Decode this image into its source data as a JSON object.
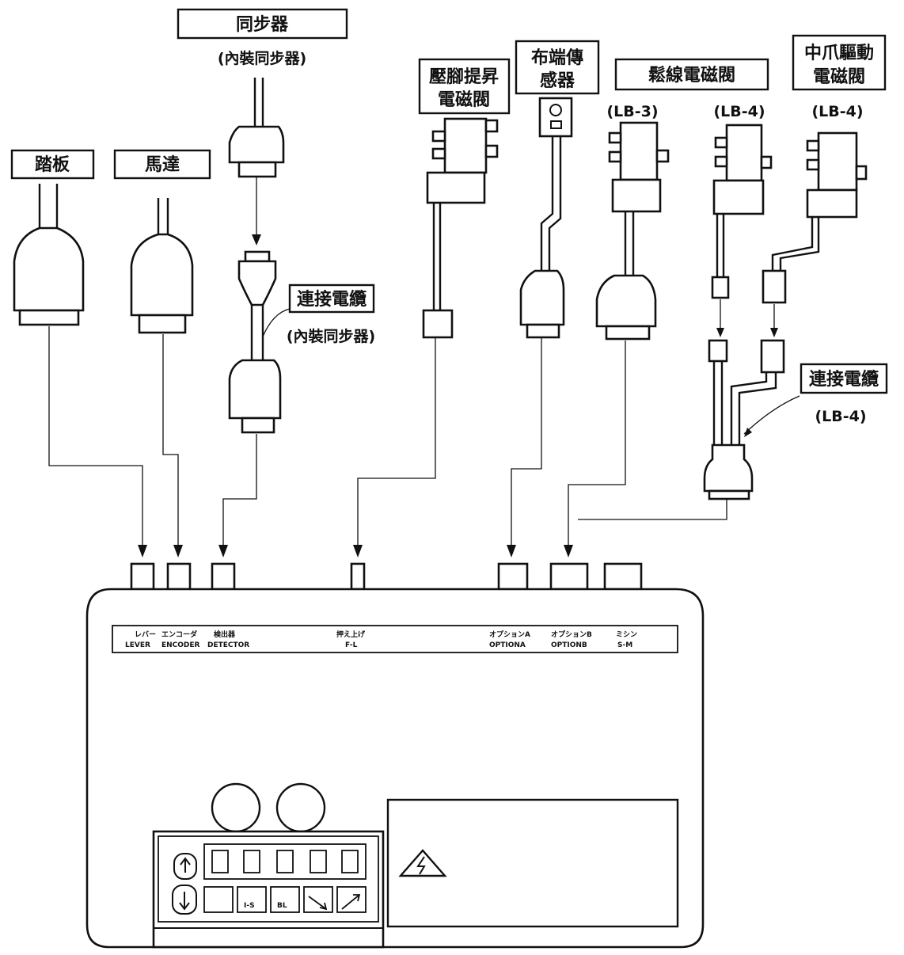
{
  "labels": {
    "synchronizer": "同步器",
    "synchronizer_built_in": "(內裝同步器)",
    "pedal": "踏板",
    "motor": "馬達",
    "presser_foot_line1": "壓腳提昇",
    "presser_foot_line2": "電磁閥",
    "edge_sensor_line1": "布端傳",
    "edge_sensor_line2": "感器",
    "thread_release": "鬆線電磁閥",
    "lb3": "(LB-3)",
    "lb4_a": "(LB-4)",
    "lb4_b": "(LB-4)",
    "middle_claw_line1": "中爪驅動",
    "middle_claw_line2": "電磁閥",
    "connect_cable_1": "連接電纜",
    "connect_cable_1_sub": "(內裝同步器)",
    "connect_cable_2": "連接電纜",
    "connect_cable_2_sub": "(LB-4)"
  },
  "ports": [
    {
      "top": "レバー",
      "bottom": "LEVER"
    },
    {
      "top": "エンコーダ",
      "bottom": "ENCODER"
    },
    {
      "top": "検出器",
      "bottom": "DETECTOR"
    },
    {
      "top": "押え上げ",
      "bottom": "F-L"
    },
    {
      "top": "オプションA",
      "bottom": "OPTIONA"
    },
    {
      "top": "オプションB",
      "bottom": "OPTIONB"
    },
    {
      "top": "ミシン",
      "bottom": "S-M"
    }
  ],
  "panel_keys": [
    "I-S",
    "BL"
  ]
}
